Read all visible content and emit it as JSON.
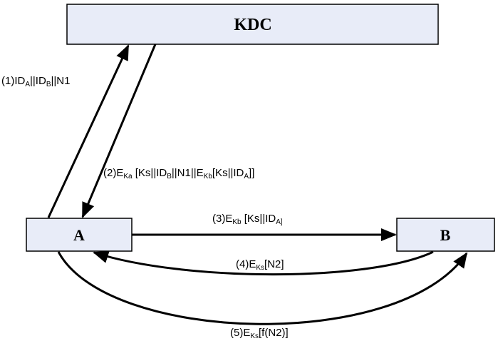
{
  "nodes": {
    "kdc": {
      "label": "KDC"
    },
    "a": {
      "label": "A"
    },
    "b": {
      "label": "B"
    }
  },
  "colors": {
    "box_fill": "#e8ecf8",
    "stroke": "#000000",
    "text": "#000000"
  },
  "messages": {
    "m1": {
      "p1": "(1)ID",
      "s1": "A",
      "p2": "||ID",
      "s2": "B",
      "p3": "||N1"
    },
    "m2": {
      "p1": "(2)E",
      "s1": "Ka",
      "p2": " [Ks||ID",
      "s2": "B",
      "p3": "||N1||E",
      "s3": "Kb",
      "p4": "[Ks||ID",
      "s4": "A",
      "p5": "]]"
    },
    "m3": {
      "p1": "(3)E",
      "s1": "Kb",
      "p2": " [Ks||ID",
      "s2": "A]"
    },
    "m4": {
      "p1": "(4)E",
      "s1": "Ks",
      "p2": "[N2]"
    },
    "m5": {
      "p1": "(5)E",
      "s1": "Ks",
      "p2": "[f(N2)]"
    }
  }
}
